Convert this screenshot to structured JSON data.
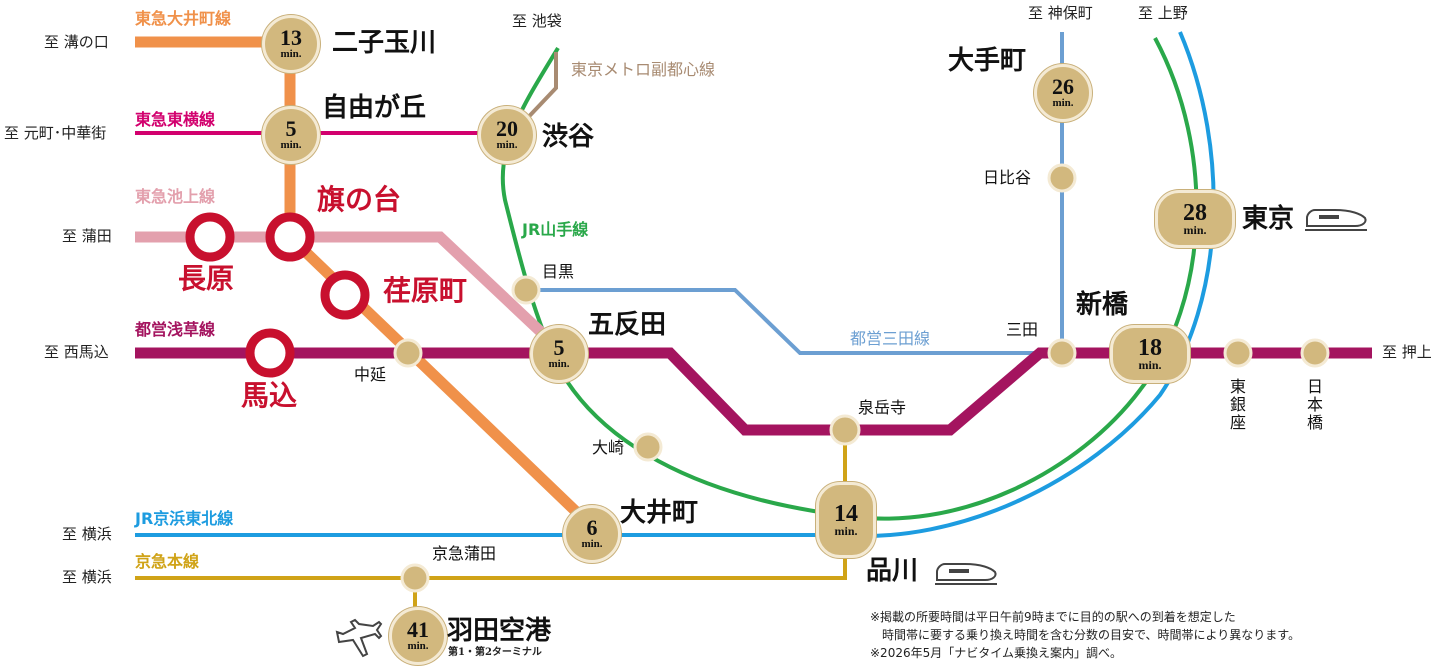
{
  "colors": {
    "oimachi": "#f0914a",
    "toyoko": "#d2006e",
    "ikegami": "#e3a0ad",
    "asakusa": "#a4145f",
    "mita": "#6c9fd2",
    "yamanote": "#2aa84a",
    "keihin_tohoku": "#1d9ce0",
    "keikyu": "#d0a317",
    "fukutoshin": "#a88b72",
    "badge": "#d2b87e",
    "home_red": "#c8102e"
  },
  "directions": {
    "mizonokuchi": "至 溝の口",
    "motomachi": "至 元町･中華街",
    "kamata": "至 蒲田",
    "nishimagome": "至 西馬込",
    "yokohama1": "至 横浜",
    "yokohama2": "至 横浜",
    "ikebukuro": "至 池袋",
    "jimbocho": "至 神保町",
    "ueno": "至 上野",
    "oshiage": "至 押上"
  },
  "lines": {
    "oimachi": "東急大井町線",
    "toyoko": "東急東横線",
    "ikegami": "東急池上線",
    "asakusa": "都営浅草線",
    "yamanote": "JR山手線",
    "fukutoshin": "東京メトロ副都心線",
    "mita": "都営三田線",
    "keihin_tohoku": "JR京浜東北線",
    "keikyu": "京急本線"
  },
  "stations": {
    "futakotamagawa": "二子玉川",
    "jiyugaoka": "自由が丘",
    "shibuya": "渋谷",
    "hatanodai": "旗の台",
    "nagahara": "長原",
    "ebaramachi": "荏原町",
    "magome": "馬込",
    "nakanobu": "中延",
    "meguro": "目黒",
    "gotanda": "五反田",
    "osaki": "大崎",
    "oimachi": "大井町",
    "keikyukamata": "京急蒲田",
    "haneda": "羽田空港",
    "haneda_sub": "第1・第2ターミナル",
    "shinagawa": "品川",
    "sengakuji": "泉岳寺",
    "mita": "三田",
    "shimbashi": "新橋",
    "hibiya": "日比谷",
    "otemachi": "大手町",
    "tokyo": "東京",
    "higashiginza": "東銀座",
    "nihombashi": "日本橋"
  },
  "times": {
    "futakotamagawa": "13",
    "jiyugaoka": "5",
    "shibuya": "20",
    "gotanda": "5",
    "oimachi": "6",
    "shinagawa": "14",
    "shimbashi": "18",
    "otemachi": "26",
    "tokyo": "28",
    "haneda": "41",
    "unit": "min."
  },
  "notes": {
    "line1": "※掲載の所要時間は平日午前9時までに目的の駅への到着を想定した",
    "line2": "時間帯に要する乗り換え時間を含む分数の目安で、時間帯により異なります。",
    "line3": "※2026年5月「ナビタイム乗換え案内」調べ。"
  },
  "icons": {
    "airplane": "airplane-icon",
    "shinkansen": "shinkansen-icon"
  }
}
